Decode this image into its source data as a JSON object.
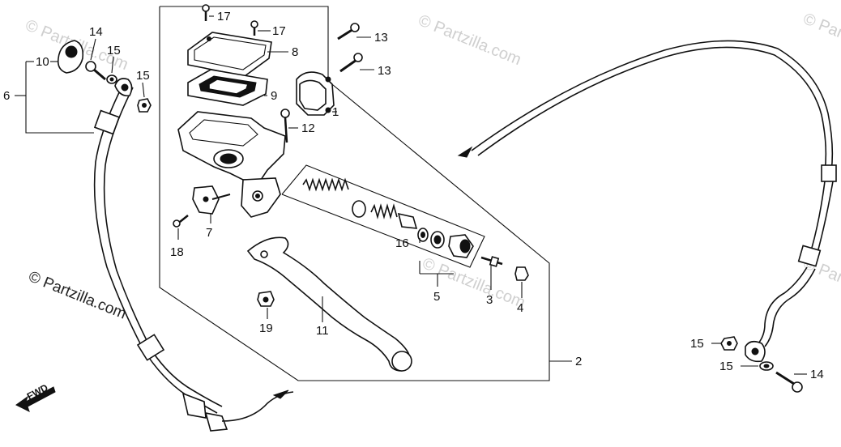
{
  "watermarks": {
    "main": "© Partzilla.com",
    "faded": "© Partzilla.com"
  },
  "fwd_label": "FWD",
  "callouts": {
    "p1": "1",
    "p2": "2",
    "p3": "3",
    "p4": "4",
    "p5": "5",
    "p6": "6",
    "p7": "7",
    "p8": "8",
    "p9": "9",
    "p10": "10",
    "p11": "11",
    "p12": "12",
    "p13a": "13",
    "p13b": "13",
    "p14a": "14",
    "p14b": "14",
    "p15a": "15",
    "p15b": "15",
    "p15c": "15",
    "p15d": "15",
    "p16": "16",
    "p17a": "17",
    "p17b": "17",
    "p18": "18",
    "p19": "19"
  }
}
